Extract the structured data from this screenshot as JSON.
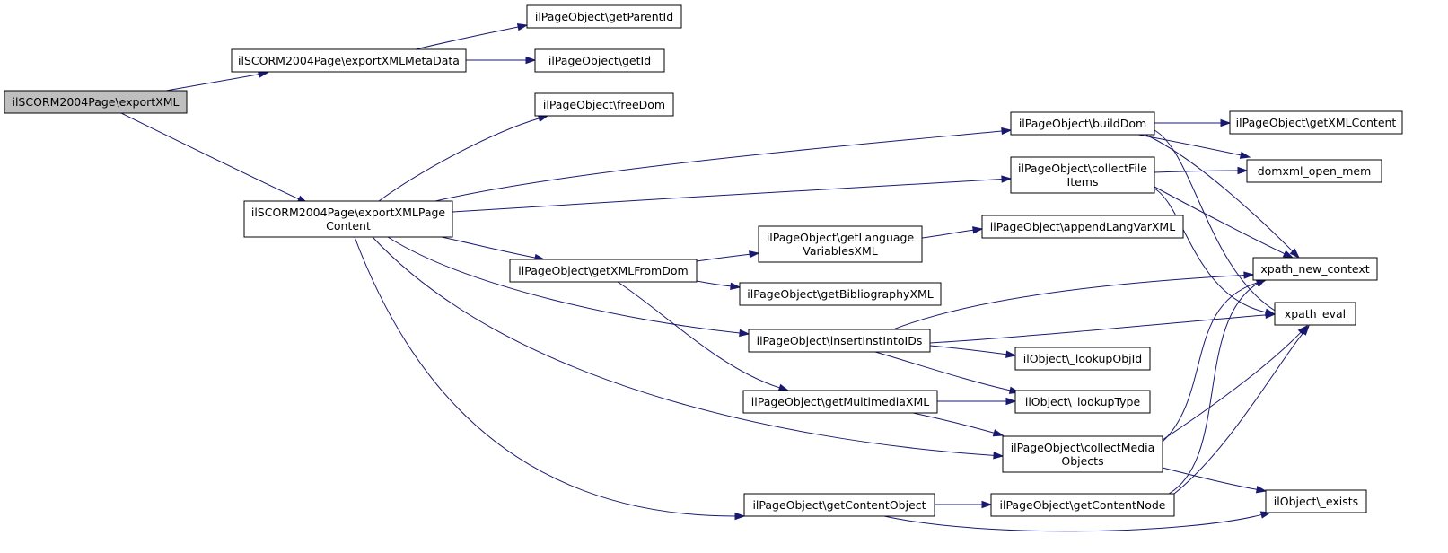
{
  "colors": {
    "root_fill": "#bfbfbf",
    "node_fill": "#ffffff",
    "edge": "#191970",
    "border": "#000000"
  },
  "nodes": [
    {
      "id": "exportXML",
      "lines": [
        "ilSCORM2004Page\\exportXML"
      ],
      "root": true
    },
    {
      "id": "exportXMLMetaData",
      "lines": [
        "ilSCORM2004Page\\exportXMLMetaData"
      ]
    },
    {
      "id": "exportXMLPageContent",
      "lines": [
        "ilSCORM2004Page\\exportXMLPage",
        "Content"
      ]
    },
    {
      "id": "getParentId",
      "lines": [
        "ilPageObject\\getParentId"
      ]
    },
    {
      "id": "getId",
      "lines": [
        "ilPageObject\\getId"
      ]
    },
    {
      "id": "freeDom",
      "lines": [
        "ilPageObject\\freeDom"
      ]
    },
    {
      "id": "buildDom",
      "lines": [
        "ilPageObject\\buildDom"
      ]
    },
    {
      "id": "collectFileItems",
      "lines": [
        "ilPageObject\\collectFile",
        "Items"
      ]
    },
    {
      "id": "getXMLFromDom",
      "lines": [
        "ilPageObject\\getXMLFromDom"
      ]
    },
    {
      "id": "insertInstIntoIDs",
      "lines": [
        "ilPageObject\\insertInstIntoIDs"
      ]
    },
    {
      "id": "collectMediaObjects",
      "lines": [
        "ilPageObject\\collectMedia",
        "Objects"
      ]
    },
    {
      "id": "getContentObject",
      "lines": [
        "ilPageObject\\getContentObject"
      ]
    },
    {
      "id": "getXMLContent",
      "lines": [
        "ilPageObject\\getXMLContent"
      ]
    },
    {
      "id": "domxml_open_mem",
      "lines": [
        "domxml_open_mem"
      ]
    },
    {
      "id": "xpath_new_context",
      "lines": [
        "xpath_new_context"
      ]
    },
    {
      "id": "xpath_eval",
      "lines": [
        "xpath_eval"
      ]
    },
    {
      "id": "getLanguageVariablesXML",
      "lines": [
        "ilPageObject\\getLanguage",
        "VariablesXML"
      ]
    },
    {
      "id": "getBibliographyXML",
      "lines": [
        "ilPageObject\\getBibliographyXML"
      ]
    },
    {
      "id": "getMultimediaXML",
      "lines": [
        "ilPageObject\\getMultimediaXML"
      ]
    },
    {
      "id": "appendLangVarXML",
      "lines": [
        "ilPageObject\\appendLangVarXML"
      ]
    },
    {
      "id": "lookupObjId",
      "lines": [
        "ilObject\\_lookupObjId"
      ]
    },
    {
      "id": "lookupType",
      "lines": [
        "ilObject\\_lookupType"
      ]
    },
    {
      "id": "getContentNode",
      "lines": [
        "ilPageObject\\getContentNode"
      ]
    },
    {
      "id": "exists",
      "lines": [
        "ilObject\\_exists"
      ]
    }
  ],
  "edges": [
    [
      "exportXML",
      "exportXMLMetaData"
    ],
    [
      "exportXML",
      "exportXMLPageContent"
    ],
    [
      "exportXMLMetaData",
      "getParentId"
    ],
    [
      "exportXMLMetaData",
      "getId"
    ],
    [
      "exportXMLPageContent",
      "freeDom"
    ],
    [
      "exportXMLPageContent",
      "buildDom"
    ],
    [
      "exportXMLPageContent",
      "collectFileItems"
    ],
    [
      "exportXMLPageContent",
      "getXMLFromDom"
    ],
    [
      "exportXMLPageContent",
      "insertInstIntoIDs"
    ],
    [
      "exportXMLPageContent",
      "collectMediaObjects"
    ],
    [
      "exportXMLPageContent",
      "getContentObject"
    ],
    [
      "buildDom",
      "getXMLContent"
    ],
    [
      "buildDom",
      "domxml_open_mem"
    ],
    [
      "buildDom",
      "xpath_new_context"
    ],
    [
      "buildDom",
      "xpath_eval"
    ],
    [
      "collectFileItems",
      "domxml_open_mem"
    ],
    [
      "collectFileItems",
      "xpath_new_context"
    ],
    [
      "collectFileItems",
      "xpath_eval"
    ],
    [
      "getXMLFromDom",
      "getLanguageVariablesXML"
    ],
    [
      "getXMLFromDom",
      "getBibliographyXML"
    ],
    [
      "getXMLFromDom",
      "getMultimediaXML"
    ],
    [
      "getLanguageVariablesXML",
      "appendLangVarXML"
    ],
    [
      "insertInstIntoIDs",
      "xpath_new_context"
    ],
    [
      "insertInstIntoIDs",
      "xpath_eval"
    ],
    [
      "insertInstIntoIDs",
      "lookupObjId"
    ],
    [
      "insertInstIntoIDs",
      "lookupType"
    ],
    [
      "getMultimediaXML",
      "lookupType"
    ],
    [
      "getMultimediaXML",
      "collectMediaObjects"
    ],
    [
      "collectMediaObjects",
      "xpath_new_context"
    ],
    [
      "collectMediaObjects",
      "xpath_eval"
    ],
    [
      "collectMediaObjects",
      "exists"
    ],
    [
      "getContentObject",
      "getContentNode"
    ],
    [
      "getContentObject",
      "exists"
    ],
    [
      "getContentNode",
      "xpath_new_context"
    ],
    [
      "getContentNode",
      "xpath_eval"
    ]
  ]
}
